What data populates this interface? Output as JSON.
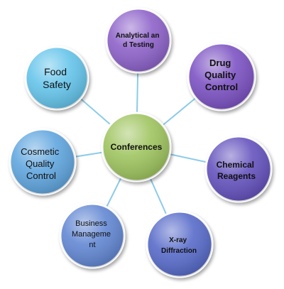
{
  "center": {
    "label": "Conferences",
    "color": "#9dc35b"
  },
  "nodes": [
    {
      "id": "analytical",
      "lines": [
        "Analytical an",
        "d Testing"
      ],
      "color": "#8b5ec8"
    },
    {
      "id": "drug",
      "lines": [
        "Drug",
        "Quality",
        "Control"
      ],
      "color": "#7a4fc2"
    },
    {
      "id": "chemical",
      "lines": [
        "Chemical",
        "Reagents"
      ],
      "color": "#6250bc"
    },
    {
      "id": "xray",
      "lines": [
        "X-ray",
        "Diffraction"
      ],
      "color": "#5568c8"
    },
    {
      "id": "business",
      "lines": [
        "Business",
        "Manageme",
        "nt"
      ],
      "color": "#5f85d2"
    },
    {
      "id": "cosmetic",
      "lines": [
        "Cosmetic",
        "Quality",
        "Control"
      ],
      "color": "#5da4de"
    },
    {
      "id": "food",
      "lines": [
        "Food",
        "Safety"
      ],
      "color": "#62c3ea"
    }
  ],
  "connector_color": "#8ccbe8"
}
